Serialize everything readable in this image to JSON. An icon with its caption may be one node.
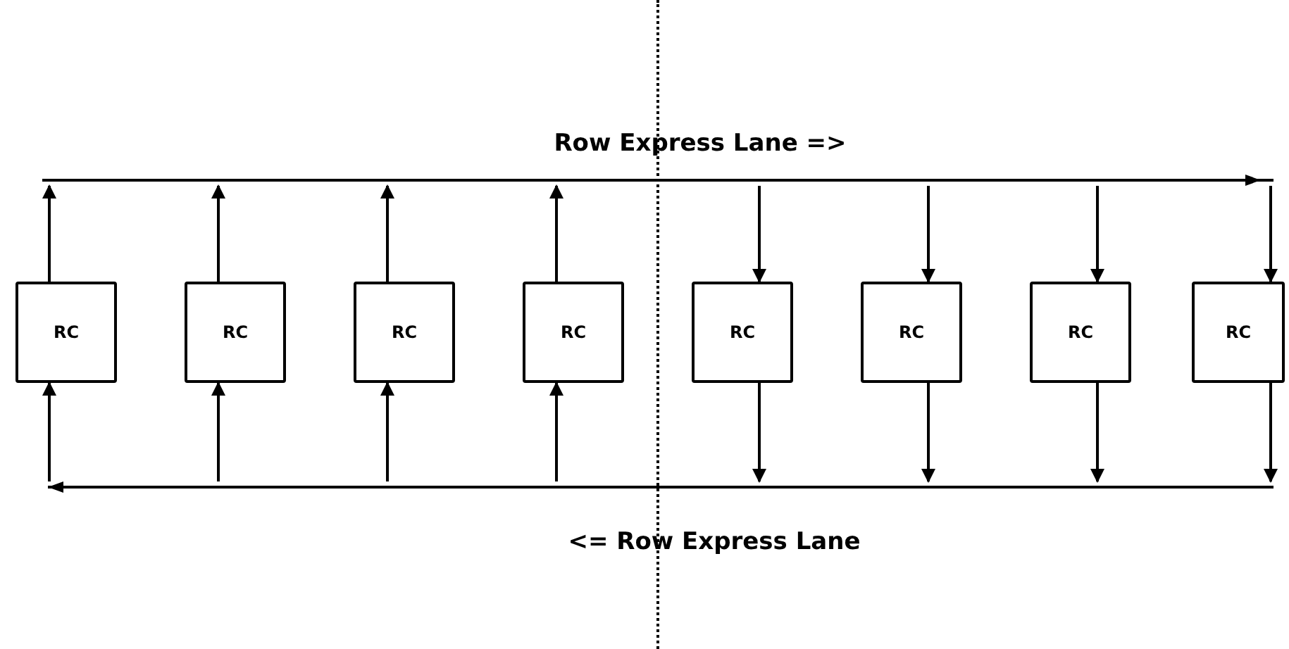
{
  "diagram": {
    "nodes": [
      {
        "text": [],
        "shape": "bar",
        "beside": [
          "Row Express Lane =>"
        ]
      },
      {
        "text": [
          "RC"
        ]
      },
      {
        "text": [
          "RC"
        ]
      },
      {
        "text": [
          "RC"
        ]
      },
      {
        "text": [
          "RC"
        ]
      },
      {
        "text": [
          "RC"
        ]
      },
      {
        "text": [
          "RC"
        ]
      },
      {
        "text": [
          "RC"
        ]
      },
      {
        "text": [
          "RC"
        ]
      },
      {
        "text": [],
        "shape": "bar",
        "beside": [
          "<= Row Express Lane"
        ]
      }
    ],
    "edges": [
      {
        "from": 1,
        "to": 0,
        "arrow": "to"
      },
      {
        "from": 2,
        "to": 0,
        "arrow": "to"
      },
      {
        "from": 3,
        "to": 0,
        "arrow": "to"
      },
      {
        "from": 4,
        "to": 0,
        "arrow": "to"
      },
      {
        "from": 0,
        "to": 5,
        "arrow": "to"
      },
      {
        "from": 0,
        "to": 6,
        "arrow": "to"
      },
      {
        "from": 0,
        "to": 7,
        "arrow": "to"
      },
      {
        "from": 0,
        "to": 8,
        "arrow": "to"
      },
      {
        "from": 5,
        "to": 9,
        "arrow": "to"
      },
      {
        "from": 6,
        "to": 9,
        "arrow": "to"
      },
      {
        "from": 7,
        "to": 9,
        "arrow": "to"
      },
      {
        "from": 8,
        "to": 9,
        "arrow": "to"
      },
      {
        "from": 9,
        "to": 1,
        "arrow": "to"
      },
      {
        "from": 9,
        "to": 2,
        "arrow": "to"
      },
      {
        "from": 9,
        "to": 3,
        "arrow": "to"
      },
      {
        "from": 9,
        "to": 4,
        "arrow": "to"
      }
    ]
  }
}
